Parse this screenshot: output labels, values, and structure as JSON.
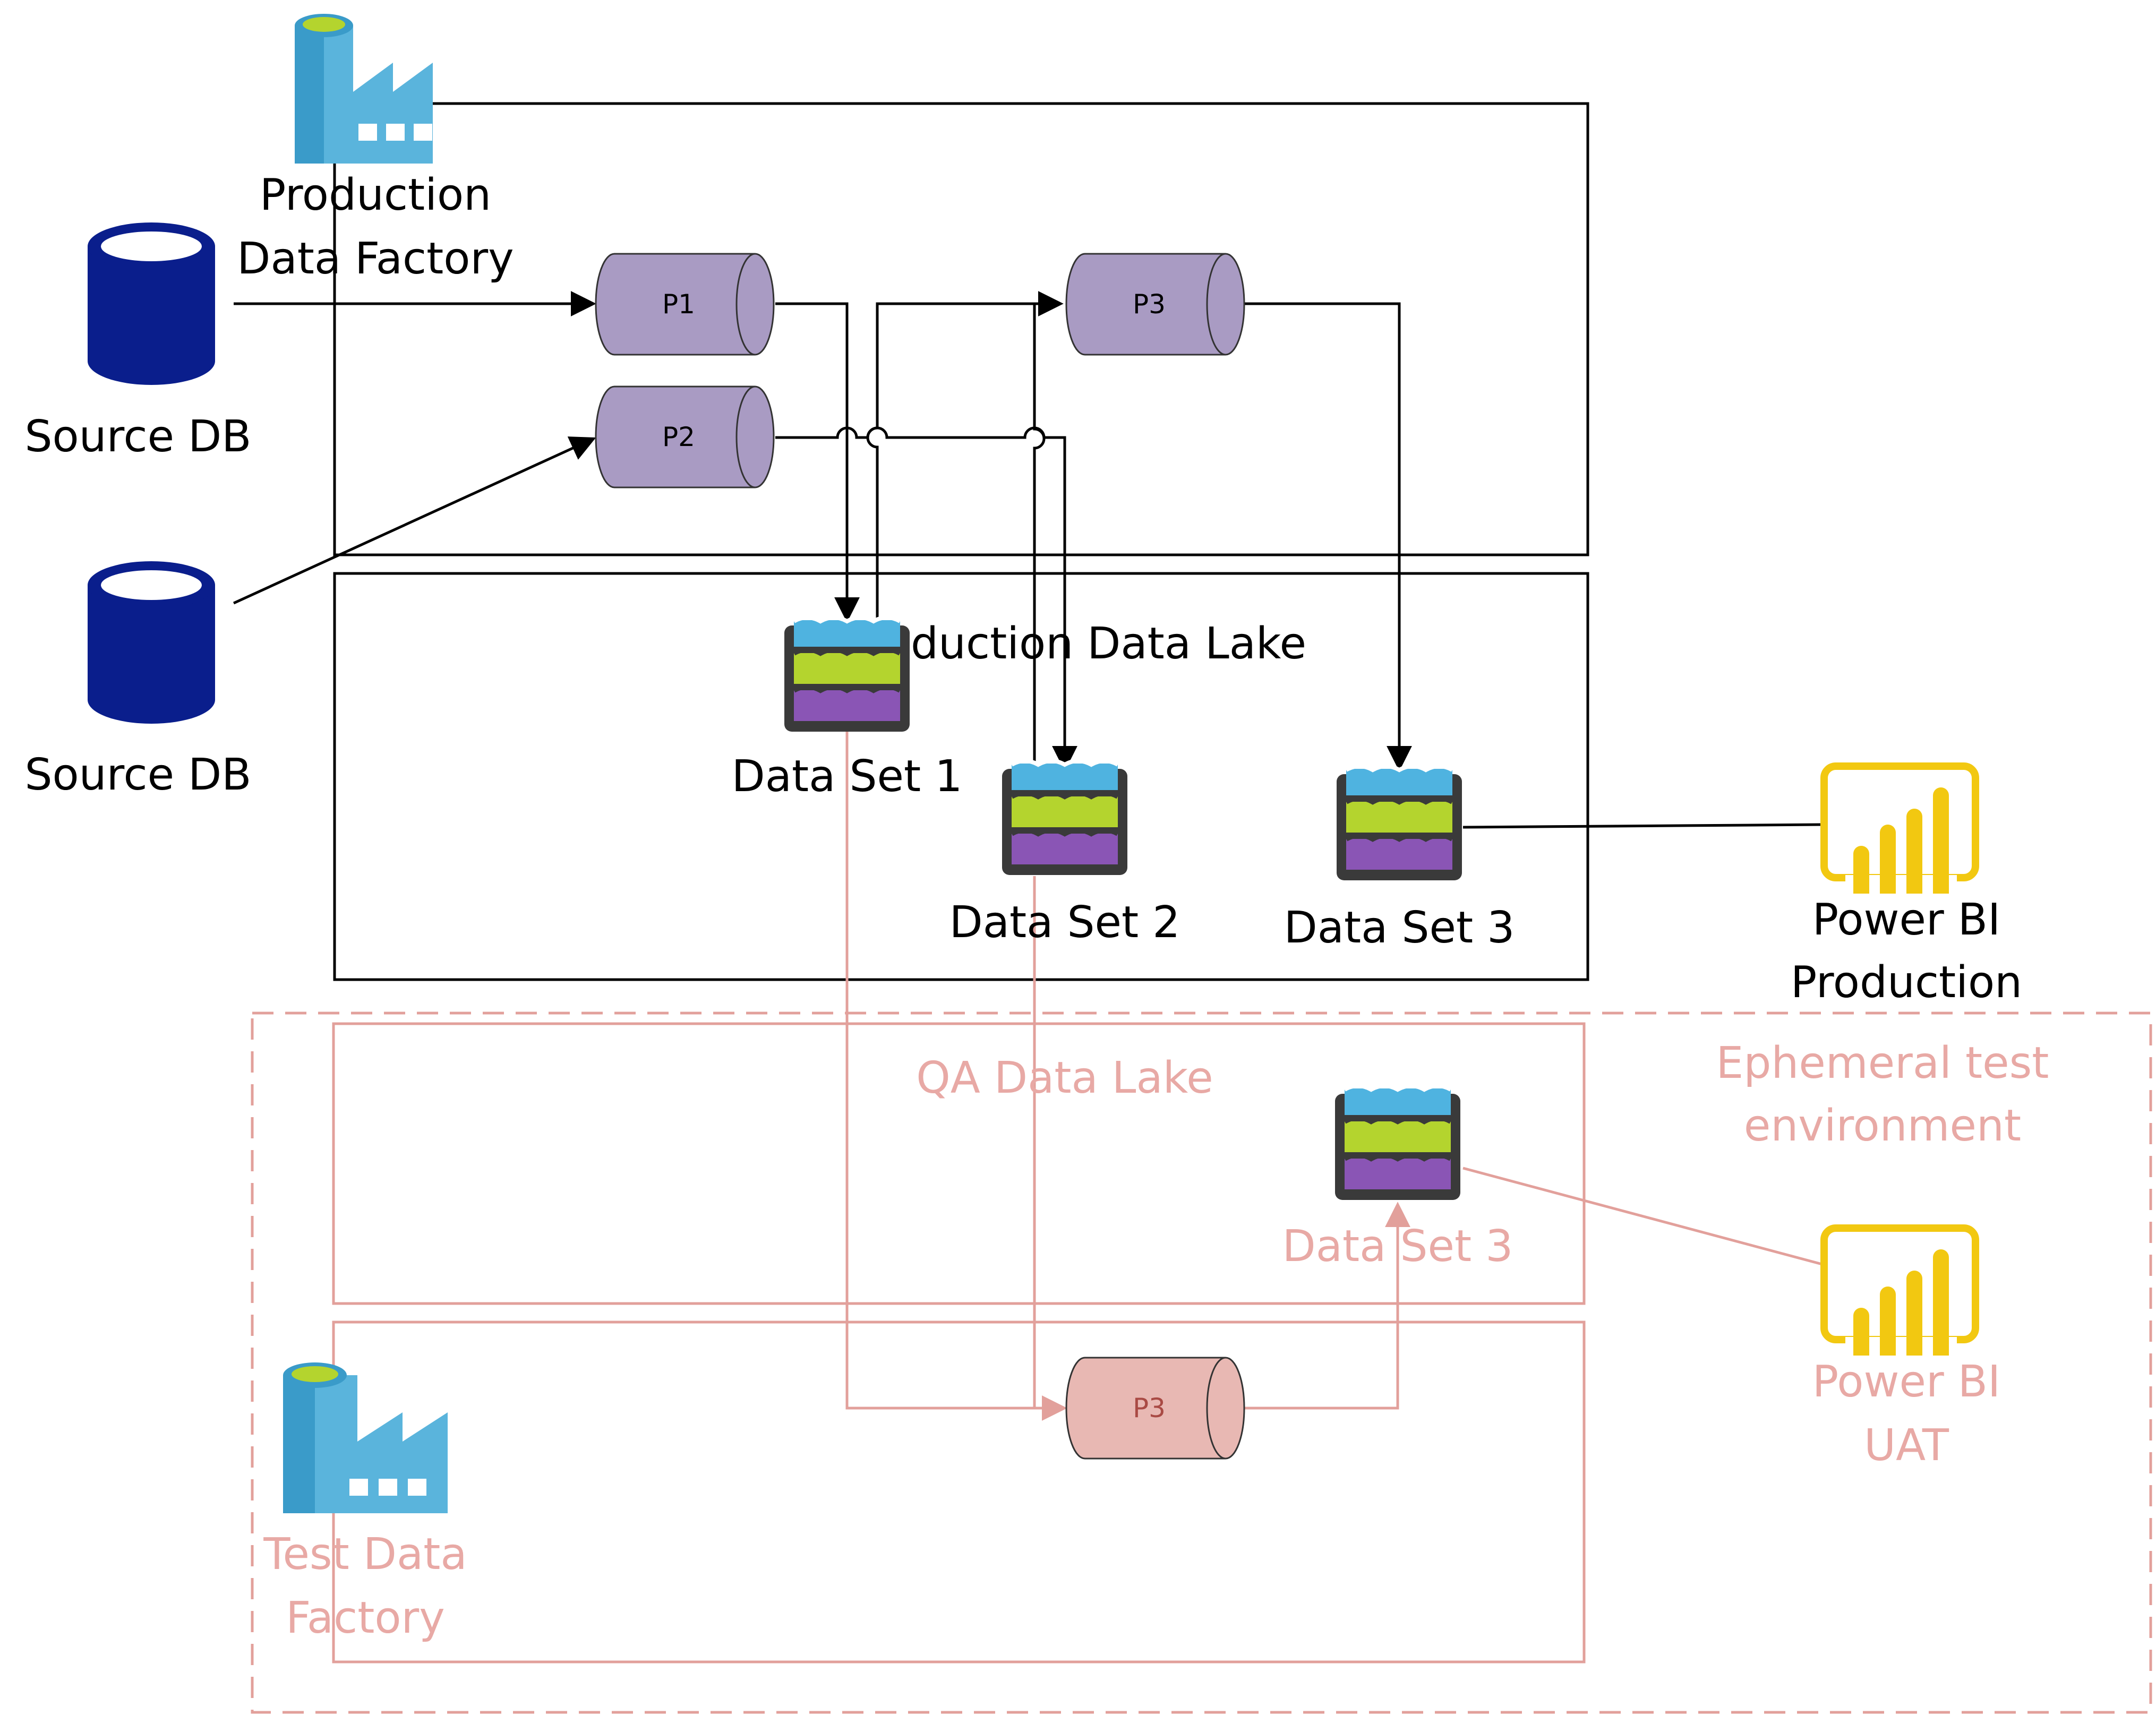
{
  "colors": {
    "line": "#000000",
    "test_line": "#e2a09b",
    "pipeline_fill": "#a99bc3",
    "pipeline_test_fill": "#e8b8b3",
    "db_blue": "#0a1e8c",
    "factory_blue": "#3aa1d0",
    "factory_light": "#5ab4dc",
    "lake_water": "#4fb3e0",
    "lake_green": "#b4d42e",
    "lake_purple": "#8a55b5",
    "powerbi_yellow": "#f2c811"
  },
  "nodes": {
    "production_factory": {
      "icon": "data-factory-icon",
      "label_line1": "Production",
      "label_line2": "Data Factory"
    },
    "source_db_1": {
      "icon": "database-icon",
      "label": "Source DB"
    },
    "source_db_2": {
      "icon": "database-icon",
      "label": "Source DB"
    },
    "pipeline_p1": {
      "label": "P1"
    },
    "pipeline_p2": {
      "label": "P2"
    },
    "pipeline_p3": {
      "label": "P3"
    },
    "pipeline_p3_test": {
      "label": "P3"
    },
    "production_lake": {
      "label": "duction Data Lake"
    },
    "dataset_1": {
      "icon": "data-lake-icon",
      "label": "Data Set 1"
    },
    "dataset_2": {
      "icon": "data-lake-icon",
      "label": "Data Set 2"
    },
    "dataset_3": {
      "icon": "data-lake-icon",
      "label": "Data Set 3"
    },
    "powerbi_production": {
      "icon": "power-bi-icon",
      "label_line1": "Power BI",
      "label_line2": "Production"
    },
    "ephemeral_env": {
      "label_line1": "Ephemeral test",
      "label_line2": "environment"
    },
    "qa_lake": {
      "label": "QA Data Lake"
    },
    "dataset_3_qa": {
      "icon": "data-lake-icon",
      "label": "Data Set 3"
    },
    "powerbi_uat": {
      "icon": "power-bi-icon",
      "label_line1": "Power BI",
      "label_line2": "UAT"
    },
    "test_factory": {
      "icon": "data-factory-icon",
      "label_line1": "Test Data",
      "label_line2": "Factory"
    }
  }
}
